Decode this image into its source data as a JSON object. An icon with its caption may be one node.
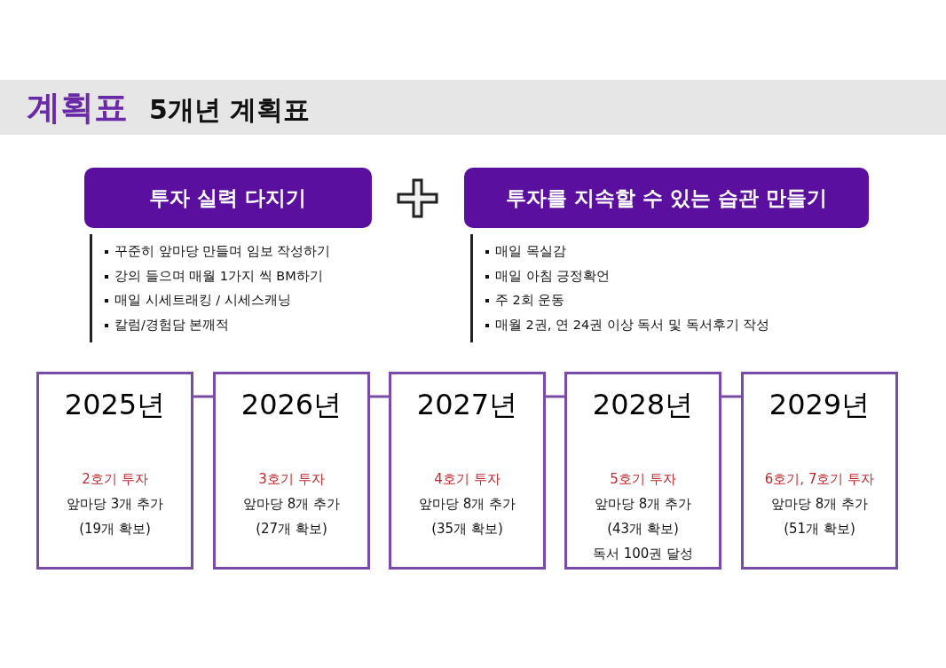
{
  "diagram": {
    "title": "계획표",
    "labels": [
      "5개년 계획표"
    ],
    "nodes": [
      {
        "text": [
          "투자 실력 다지기"
        ],
        "beside": [
          "꾸준히 앞마당 만들며 임보 작성하기",
          "강의 들으며 매월 1가지 씩 BM하기",
          "매일 시세트래킹 / 시세스캐닝",
          "칼럼/경험담 본깨적"
        ]
      },
      {
        "text": [
          "투자를 지속할 수 있는 습관 만들기"
        ],
        "beside": [
          "매일 목실감",
          "매일 아침 긍정확언",
          "주 2회 운동",
          "매월 2권, 연 24권 이상 독서 및 독서후기 작성"
        ]
      },
      {
        "text": [
          "2025년",
          "2호기 투자",
          "앞마당 3개 추가",
          "(19개 확보)"
        ]
      },
      {
        "text": [
          "2026년",
          "3호기 투자",
          "앞마당 8개 추가",
          "(27개 확보)"
        ]
      },
      {
        "text": [
          "2027년",
          "4호기 투자",
          "앞마당 8개 추가",
          "(35개 확보)"
        ]
      },
      {
        "text": [
          "2028년",
          "5호기 투자",
          "앞마당 8개 추가",
          "(43개 확보)",
          "독서 100권 달성"
        ]
      },
      {
        "text": [
          "2029년",
          "6호기, 7호기 투자",
          "앞마당 8개 추가",
          "(51개 확보)"
        ]
      }
    ],
    "edges": [
      {
        "from": 2,
        "to": 3,
        "arrow": "none"
      },
      {
        "from": 3,
        "to": 4,
        "arrow": "none"
      },
      {
        "from": 4,
        "to": 5,
        "arrow": "none"
      },
      {
        "from": 5,
        "to": 6,
        "arrow": "none"
      }
    ]
  }
}
